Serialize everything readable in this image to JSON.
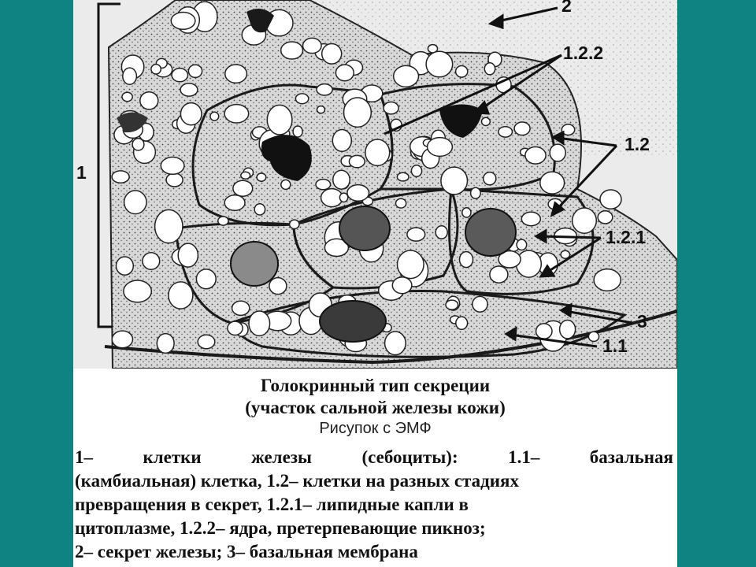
{
  "figure": {
    "labels": {
      "l1": "1",
      "l2": "2",
      "l3": "3",
      "l11": "1.1",
      "l12": "1.2",
      "l121": "1.2.1",
      "l122": "1.2.2"
    }
  },
  "caption": {
    "title_line1": "Голокринный тип секреции",
    "title_line2": "(участок сальной железы кожи)",
    "subtitle": "Рисупок с ЭМФ"
  },
  "legend": {
    "lines": [
      "1– клетки железы (себоциты): 1.1– базальная",
      "(камбиальная) клетка, 1.2– клетки на разных стадиях",
      "превращения в секрет, 1.2.1– липидные капли в",
      "цитоплазме, 1.2.2– ядра, претерпевающие пикноз;",
      "2– секрет железы; 3– базальная мембрана"
    ]
  },
  "colors": {
    "background": "#0f8282",
    "page": "#ffffff",
    "figure": "#ebebeb",
    "ink": "#111111"
  }
}
